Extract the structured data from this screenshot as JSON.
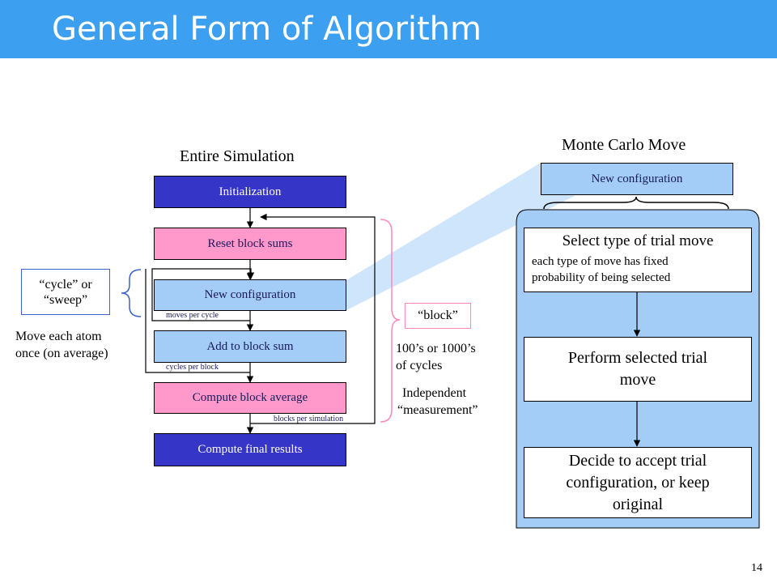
{
  "title": "General Form of Algorithm",
  "left": {
    "heading": "Entire Simulation",
    "initialization": "Initialization",
    "reset": "Reset block sums",
    "new_config": "New configuration",
    "add": "Add to block sum",
    "compute_avg": "Compute block average",
    "final": "Compute final results",
    "moves_per_cycle": "moves per cycle",
    "cycles_per_block": "cycles per block",
    "blocks_per_simulation": "blocks per simulation"
  },
  "annotations": {
    "cycle_line1": "“cycle” or",
    "cycle_line2": "“sweep”",
    "move_each_line1": "Move each atom",
    "move_each_line2": "once (on average)",
    "block": "“block”",
    "hundreds_line1": "100’s or 1000’s",
    "hundreds_line2": "of cycles",
    "independent_line1": "Independent",
    "independent_line2": "“measurement”"
  },
  "right": {
    "heading": "Monte Carlo Move",
    "new_config": "New configuration",
    "select_title": "Select type of trial move",
    "select_sub1": "each type of move has fixed",
    "select_sub2": "probability of being selected",
    "perform_line1": "Perform selected trial",
    "perform_line2": "move",
    "decide_line1": "Decide to accept trial",
    "decide_line2": "configuration, or keep",
    "decide_line3": "original"
  },
  "page_number": "14",
  "colors": {
    "header": "#3d9ff0",
    "dark_box": "#3535c8",
    "pink_box": "#ff99cc",
    "light_box": "#a3cdf7",
    "panel": "#a3cdf7"
  }
}
